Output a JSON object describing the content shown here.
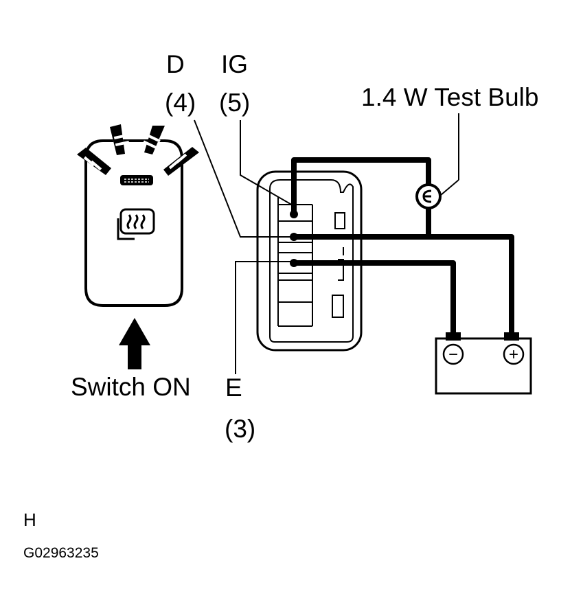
{
  "labels": {
    "terminal_d_name": "D",
    "terminal_d_pin": "(4)",
    "terminal_ig_name": "IG",
    "terminal_ig_pin": "(5)",
    "terminal_e_name": "E",
    "terminal_e_pin": "(3)",
    "test_bulb": "1.4 W Test Bulb",
    "switch_state": "Switch ON",
    "corner_letter": "H",
    "figure_id": "G02963235"
  },
  "symbols": {
    "battery_negative": "−",
    "battery_positive": "+"
  },
  "colors": {
    "ink": "#000000",
    "paper": "#ffffff"
  },
  "icons": {
    "switch_glyph": "seat-heater-icon",
    "indicator": "indicator-light-icon",
    "arrow": "up-arrow-icon"
  }
}
